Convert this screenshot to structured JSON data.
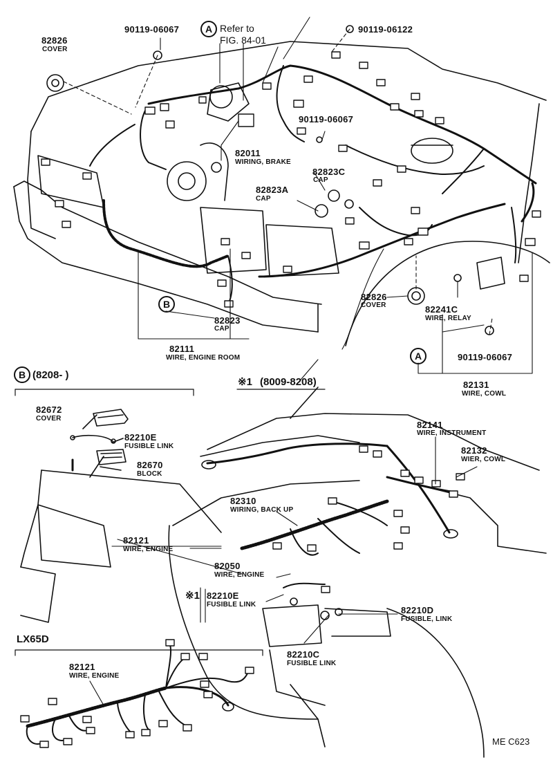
{
  "callouts": {
    "p82826_top": {
      "number": "82826",
      "name": "COVER"
    },
    "p90119_06067_a": {
      "number": "90119-06067"
    },
    "ref_a": {
      "marker": "A",
      "line1": "Refer to",
      "line2": "FIG. 84-01"
    },
    "p90119_06122": {
      "number": "90119-06122"
    },
    "p90119_06067_b": {
      "number": "90119-06067"
    },
    "p82011": {
      "number": "82011",
      "name": "WIRING, BRAKE"
    },
    "p82823C": {
      "number": "82823C",
      "name": "CAP"
    },
    "p82823A": {
      "number": "82823A",
      "name": "CAP"
    },
    "p82826_mid": {
      "number": "82826",
      "name": "COVER"
    },
    "p82241C": {
      "number": "82241C",
      "name": "WIRE, RELAY"
    },
    "p82823": {
      "number": "82823",
      "name": "CAP"
    },
    "marker_b": {
      "marker": "B"
    },
    "p82111": {
      "number": "82111",
      "name": "WIRE, ENGINE ROOM"
    },
    "p90119_06067_c": {
      "number": "90119-06067"
    },
    "marker_a2": {
      "marker": "A"
    },
    "p82131": {
      "number": "82131",
      "name": "WIRE, COWL"
    }
  },
  "section_b": {
    "marker": "B",
    "range": "(8208-        )"
  },
  "section_star": {
    "symbol": "※1",
    "range": "(8009-8208)"
  },
  "lower_left": {
    "p82672": {
      "number": "82672",
      "name": "COVER"
    },
    "p82210E": {
      "number": "82210E",
      "name": "FUSIBLE LINK"
    },
    "p82670": {
      "number": "82670",
      "name": "BLOCK"
    },
    "p82121": {
      "number": "82121",
      "name": "WIRE, ENGINE"
    }
  },
  "lower_right": {
    "p82141": {
      "number": "82141",
      "name": "WIRE, INSTRUMENT"
    },
    "p82132": {
      "number": "82132",
      "name": "WIER, COWL"
    },
    "p82310": {
      "number": "82310",
      "name": "WIRING, BACK UP"
    },
    "p82050": {
      "number": "82050",
      "name": "WIRE, ENGINE"
    },
    "p82210E_star": {
      "prefix": "※1",
      "number": "82210E",
      "name": "FUSIBLE  LINK"
    },
    "p82210D": {
      "number": "82210D",
      "name": "FUSIBLE, LINK"
    },
    "p82210C": {
      "number": "82210C",
      "name": "FUSIBLE LINK"
    }
  },
  "lx65d": {
    "title": "LX65D",
    "p82121": {
      "number": "82121",
      "name": "WIRE, ENGINE"
    }
  },
  "footer": {
    "code": "ME  C623"
  }
}
